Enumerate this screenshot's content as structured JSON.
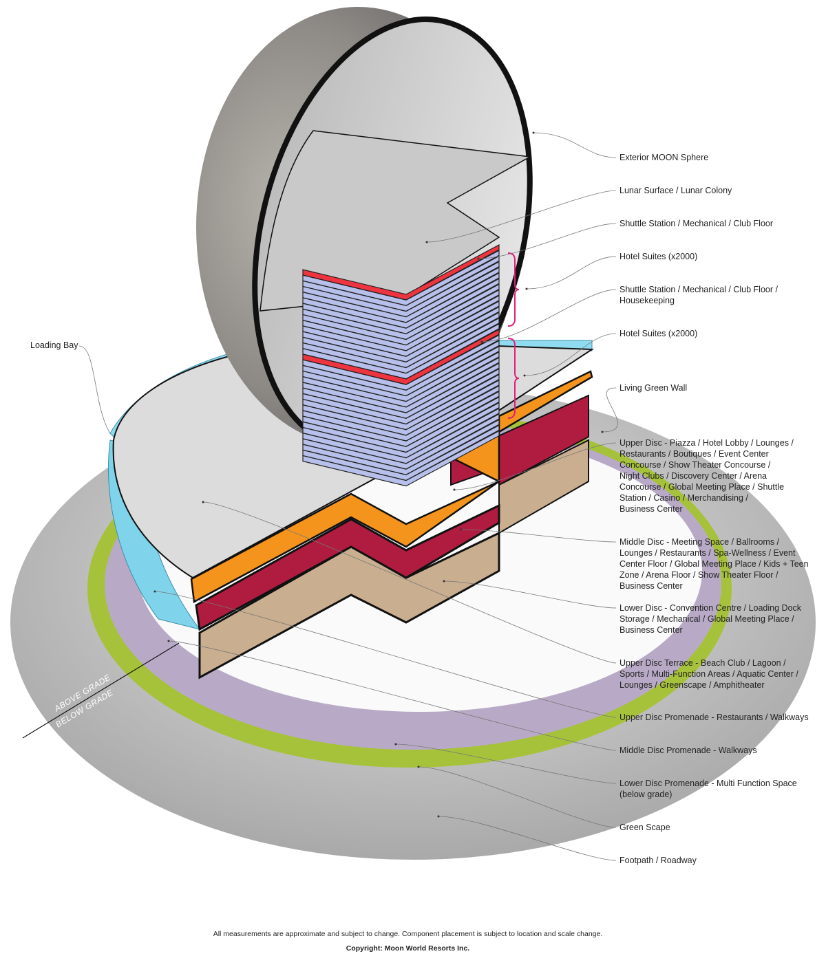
{
  "labels": [
    "Exterior MOON Sphere",
    "Lunar Surface / Lunar Colony",
    "Shuttle Station / Mechanical / Club Floor",
    "Hotel Suites (x2000)",
    "Shuttle Station / Mechanical / Club Floor /\nHousekeeping",
    "Hotel Suites (x2000)",
    "Living Green Wall",
    "Upper Disc - Piazza / Hotel Lobby / Lounges /\nRestaurants /  Boutiques / Event Center\nConcourse / Show Theater Concourse /\nNight Clubs / Discovery Center / Arena\nConcourse / Global Meeting Place / Shuttle\nStation / Casino / Merchandising /\nBusiness Center",
    "Middle Disc - Meeting Space / Ballrooms /\nLounges / Restaurants / Spa-Wellness / Event\nCenter Floor / Global Meeting Place / Kids + Teen\nZone / Arena Floor / Show Theater Floor /\nBusiness Center",
    "Lower Disc - Convention Centre / Loading Dock\nStorage / Mechanical / Global Meeting Place /\nBusiness Center",
    "Upper Disc Terrace - Beach Club / Lagoon /\nSports / Multi-Function Areas / Aquatic Center /\nLounges / Greenscape /  Amphitheater",
    "Upper Disc Promenade - Restaurants / Walkways",
    "Middle Disc Promenade - Walkways",
    "Lower Disc Promenade - Multi Function Space\n(below grade)",
    "Green Scape",
    "Footpath / Roadway"
  ],
  "loading_bay": "Loading Bay",
  "grade": {
    "above": "ABOVE GRADE",
    "below": "BELOW GRADE"
  },
  "footer": {
    "disclaimer": "All measurements are approximate and subject to change. Component placement is subject to location and scale change.",
    "copyright": "Copyright: Moon World Resorts Inc."
  },
  "colors": {
    "roadway": "#b8b8b8",
    "greenscape": "#a6c23a",
    "promenade": "#b8aac6",
    "upper_disc": "#f5941d",
    "middle_disc": "#b01c40",
    "lower_disc": "#c9ae90",
    "suites": "#b7c0ea",
    "club_floor": "#ee3440",
    "glass": "#7fd3ea"
  }
}
